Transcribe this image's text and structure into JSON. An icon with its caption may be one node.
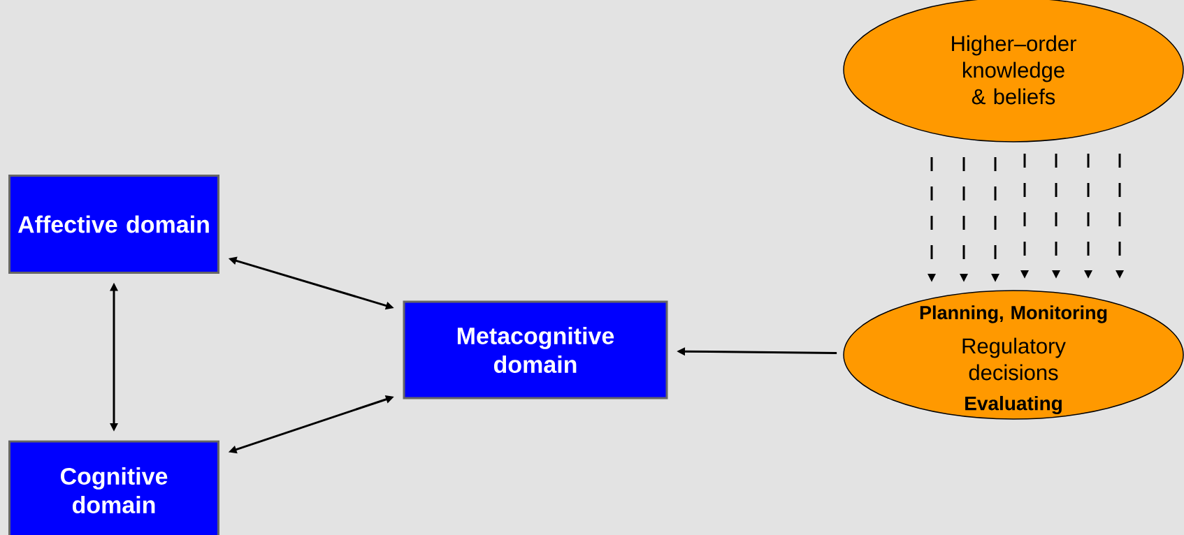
{
  "diagram": {
    "nodes": [
      {
        "text": [
          "Affective domain"
        ]
      },
      {
        "text": [
          "Cognitive domain"
        ]
      },
      {
        "text": [
          "Metacognitive domain"
        ]
      },
      {
        "text": [
          "Higher–order knowledge & beliefs"
        ]
      },
      {
        "text": [
          "Planning, Monitoring",
          "Regulatory decisions",
          "Evaluating"
        ]
      }
    ],
    "edges": [
      {
        "from": 0,
        "to": 2,
        "arrow": "both"
      },
      {
        "from": 1,
        "to": 2,
        "arrow": "both"
      },
      {
        "from": 0,
        "to": 1,
        "arrow": "both"
      },
      {
        "from": 4,
        "to": 2,
        "arrow": "to"
      },
      {
        "from": 3,
        "to": 4,
        "arrow": "to",
        "style": "dashed"
      },
      {
        "from": 3,
        "to": 4,
        "arrow": "to",
        "style": "dashed"
      },
      {
        "from": 3,
        "to": 4,
        "arrow": "to",
        "style": "dashed"
      },
      {
        "from": 3,
        "to": 4,
        "arrow": "to",
        "style": "dashed"
      },
      {
        "from": 3,
        "to": 4,
        "arrow": "to",
        "style": "dashed"
      },
      {
        "from": 3,
        "to": 4,
        "arrow": "to",
        "style": "dashed"
      },
      {
        "from": 3,
        "to": 4,
        "arrow": "to",
        "style": "dashed"
      }
    ]
  }
}
